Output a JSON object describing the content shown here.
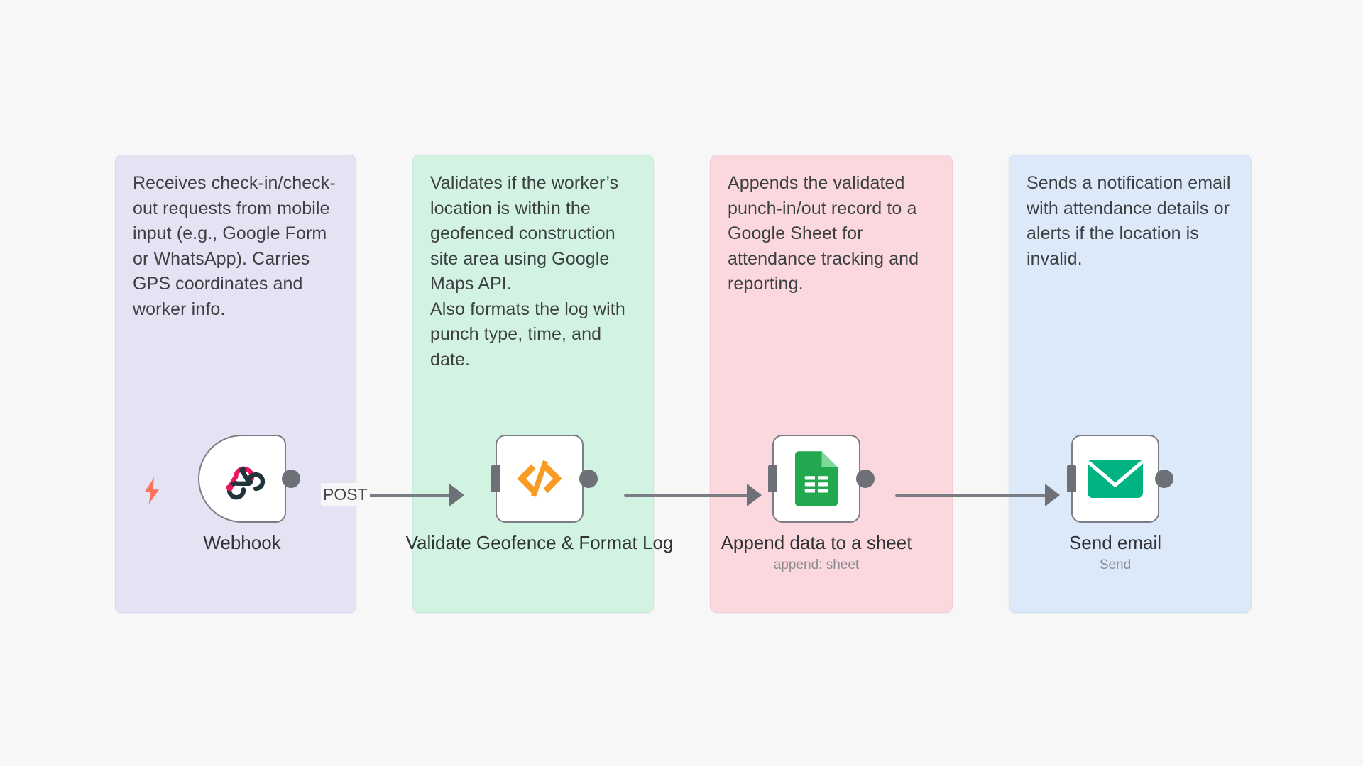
{
  "canvas": {
    "background": "#f7f7f8",
    "accent_colors": {
      "webhook_pink": "#e8175d",
      "webhook_dark": "#21333b",
      "code_orange": "#f99a22",
      "sheets_green": "#22a94f",
      "email_teal": "#00b383",
      "bolt_coral": "#fb7159",
      "connector_gray": "#6e7077"
    }
  },
  "notes": [
    {
      "id": "note-webhook",
      "color": "#e5e2f3",
      "paragraphs": [
        "Receives check-in/check-out requests from mobile input (e.g., Google Form or WhatsApp). Carries GPS coordinates and worker info."
      ]
    },
    {
      "id": "note-code",
      "color": "#d2f3e2",
      "paragraphs": [
        "Validates if the worker’s location is within the geofenced construction site area using Google Maps API.",
        "Also formats the log with punch type, time, and date."
      ]
    },
    {
      "id": "note-sheets",
      "color": "#fbd8dd",
      "paragraphs": [
        "Appends the validated punch-in/out record to a Google Sheet for attendance tracking and reporting."
      ]
    },
    {
      "id": "note-email",
      "color": "#dbe9f8",
      "paragraphs": [
        "Sends a notification email with attendance details or alerts if the location is invalid."
      ]
    }
  ],
  "nodes": [
    {
      "id": "node-webhook",
      "label": "Webhook",
      "subtitle": "",
      "icon": "webhook-icon",
      "type": "trigger",
      "has_bolt": true
    },
    {
      "id": "node-code",
      "label": "Validate Geofence & Format Log",
      "subtitle": "",
      "icon": "code-icon",
      "type": "action",
      "has_bolt": false
    },
    {
      "id": "node-sheets",
      "label": "Append data to a sheet",
      "subtitle": "append: sheet",
      "icon": "google-sheets-icon",
      "type": "action",
      "has_bolt": false
    },
    {
      "id": "node-email",
      "label": "Send email",
      "subtitle": "Send",
      "icon": "envelope-icon",
      "type": "action",
      "has_bolt": false
    }
  ],
  "connections": [
    {
      "id": "conn-1",
      "from": "node-webhook",
      "to": "node-code",
      "label": "POST"
    },
    {
      "id": "conn-2",
      "from": "node-code",
      "to": "node-sheets",
      "label": ""
    },
    {
      "id": "conn-3",
      "from": "node-sheets",
      "to": "node-email",
      "label": ""
    }
  ]
}
